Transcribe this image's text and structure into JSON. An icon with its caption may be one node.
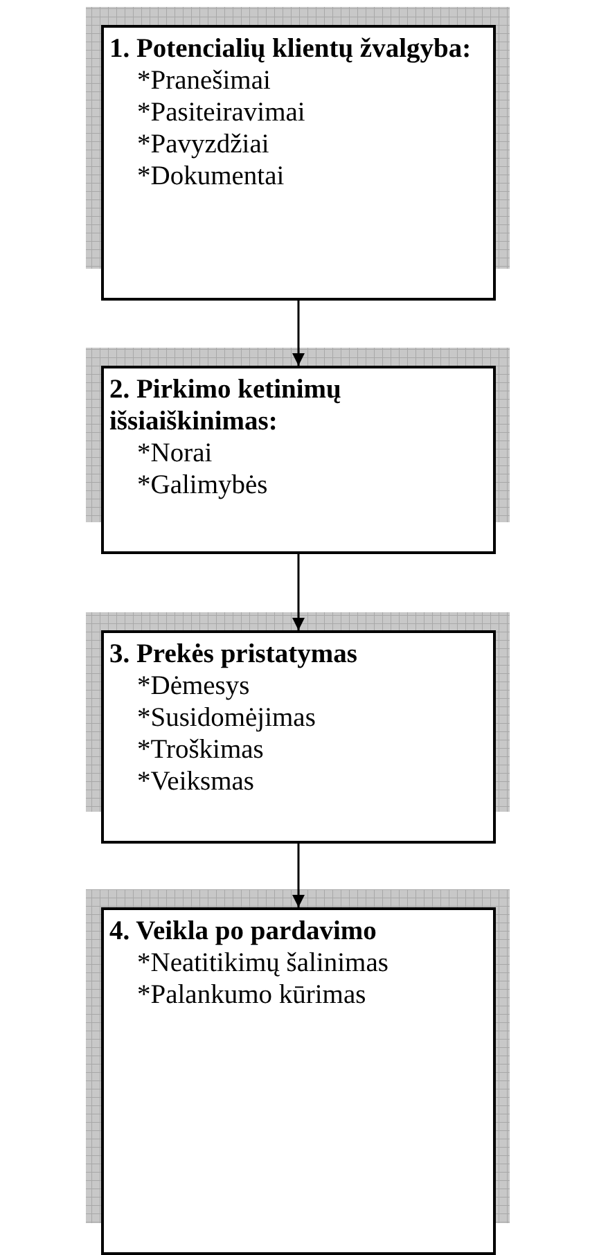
{
  "diagram": {
    "nodes": [
      {
        "text": [
          "1. Potencialių klientų žvalgyba:",
          "*Pranešimai",
          "*Pasiteiravimai",
          "*Pavyzdžiai",
          "*Dokumentai"
        ]
      },
      {
        "text": [
          "2. Pirkimo ketinimų išsiaiškinimas:",
          "*Norai",
          "*Galimybės"
        ]
      },
      {
        "text": [
          "3. Prekės pristatymas",
          "*Dėmesys",
          "*Susidomėjimas",
          "*Troškimas",
          "*Veiksmas"
        ]
      },
      {
        "text": [
          "4. Veikla po pardavimo",
          "*Neatitikimų šalinimas",
          "*Palankumo kūrimas"
        ]
      }
    ],
    "edges": [
      {
        "from": 0,
        "to": 1,
        "arrow": "to"
      },
      {
        "from": 1,
        "to": 2,
        "arrow": "to"
      },
      {
        "from": 2,
        "to": 3,
        "arrow": "to"
      }
    ]
  }
}
